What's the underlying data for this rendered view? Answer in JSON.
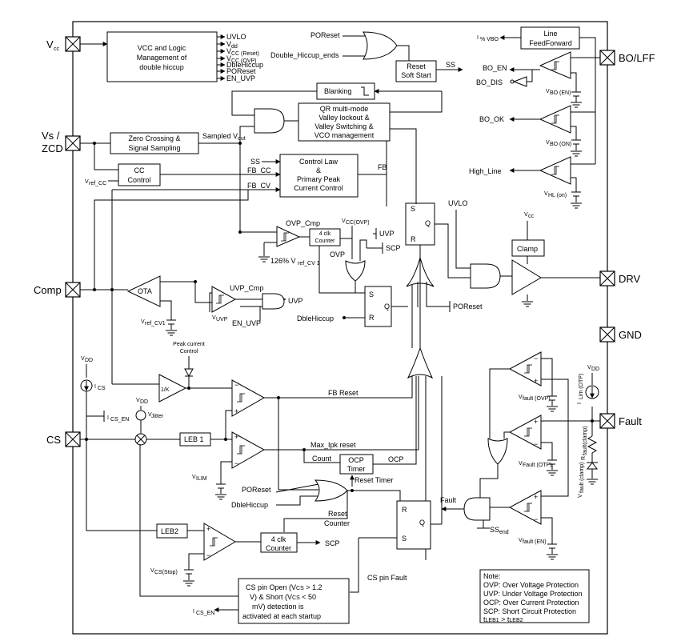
{
  "pins": {
    "vcc": "V",
    "vcc_sub": "cc",
    "vs_zcd_1": "Vs /",
    "vs_zcd_2": "ZCD",
    "comp": "Comp",
    "cs": "CS",
    "bo_lff": "BO/LFF",
    "drv": "DRV",
    "gnd": "GND",
    "fault": "Fault"
  },
  "blocks": {
    "vcc_logic": [
      "VCC and Logic",
      "Management of",
      "double hiccup"
    ],
    "zero_crossing": [
      "Zero Crossing &",
      "Signal Sampling"
    ],
    "cc_control": [
      "CC",
      "Control"
    ],
    "control_law": [
      "Control Law",
      "&",
      "Primary Peak",
      "Current Control"
    ],
    "qr": [
      "QR multi-mode",
      "Valley lockout &",
      "Valley Switching &",
      "VCO management"
    ],
    "blanking": "Blanking",
    "reset_ss": [
      "Reset",
      "Soft Start"
    ],
    "line_ff": [
      "Line",
      "FeedForward"
    ],
    "clamp": "Clamp",
    "ota": "OTA",
    "counter_top": [
      "4 clk",
      "Counter"
    ],
    "counter_bottom": [
      "4 clk",
      "Counter"
    ],
    "ocp_timer": [
      "OCP",
      "Timer"
    ],
    "leb1": "LEB 1",
    "leb2": "LEB2",
    "k_amp": "1/K",
    "cs_detect": [
      "CS pin Open (V",
      "CS",
      " > 1.2",
      "V) & Short (V",
      "CS",
      " < 50",
      "mV) detection is",
      "activated at each startup"
    ]
  },
  "signals": {
    "uvlo": "UVLO",
    "vdd": "V",
    "vdd_sub": "dd",
    "vcc_reset": "V",
    "vcc_reset_sub": "CC (Reset)",
    "vcc_ovp": "V",
    "vcc_ovp_sub": "CC (OVP)",
    "dble_hiccup": "DbleHiccup",
    "poreset": "POReset",
    "en_uvp": "EN_UVP",
    "poreset_top": "POReset",
    "double_hiccup_ends": "Double_Hiccup_ends",
    "ss": "SS",
    "i_vbo": "I",
    "i_vbo_sub": "% VBO",
    "bo_en": "BO_EN",
    "bo_dis": "BO_DIS",
    "bo_ok": "BO_OK",
    "high_line": "High_Line",
    "vbo_en": "V",
    "vbo_en_sub": "BO (EN)",
    "vbo_on": "V",
    "vbo_on_sub": "BO (ON)",
    "vhl_on": "V",
    "vhl_on_sub": "HL (on)",
    "sampled_vout": "Sampled V",
    "sampled_vout_sub": "out",
    "vref_cc": "V",
    "vref_cc_sub": "ref_CC",
    "ss_cl": "SS",
    "fb_cc": "FB_CC",
    "fb_cv": "FB_CV",
    "fb": "FB",
    "ovp_cmp": "OVP_Cmp",
    "vcc_ovp2": "V",
    "vcc_ovp2_sub": "CC(OVP)",
    "uvp": "UVP",
    "scp": "SCP",
    "ovp": "OVP",
    "pct126": "126% V",
    "pct126_sub": "ref_CV 1",
    "uvlo2": "UVLO",
    "vcc_clamp": "V",
    "vcc_clamp_sub": "cc",
    "s": "S",
    "q": "Q",
    "r": "R",
    "uvp_cmp": "UVP_Cmp",
    "uvp2": "UVP",
    "vuvp": "V",
    "vuvp_sub": "UVP",
    "en_uvp2": "EN_UVP",
    "vref_cv1": "V",
    "vref_cv1_sub": "ref_CV1",
    "poreset_mid": "POReset",
    "dble_hiccup_mid": "DbleHiccup",
    "peak_current": [
      "Peak current",
      "Control"
    ],
    "ics": "I",
    "ics_sub": "CS",
    "ics_en": "I",
    "ics_en_sub": "CS_EN",
    "vdd2": "V",
    "vdd2_sub": "DD",
    "vjitter": "V",
    "vjitter_sub": "Jitter",
    "fb_reset": "FB Reset",
    "max_ipk_reset": "Max_Ipk reset",
    "vilim": "V",
    "vilim_sub": "ILIM",
    "count": "Count",
    "ocp": "OCP",
    "reset_timer": "Reset Timer",
    "poreset_low": "POReset",
    "dble_hiccup_low": "DbleHiccup",
    "reset_counter": [
      "Reset",
      "Counter"
    ],
    "scp2": "SCP",
    "vcs_stop": "V",
    "vcs_stop_sub": "CS(Stop)",
    "cs_pin_fault": "CS pin Fault",
    "ics_en2": "I",
    "ics_en2_sub": "CS_EN",
    "fault_out": "Fault",
    "ss_end": "SS",
    "ss_end_sub": "end",
    "vdd3": "V",
    "vdd3_sub": "DD",
    "ilim_otp": "I",
    "ilim_otp_sub": "Lim (OTP)",
    "rfault": "R",
    "rfault_sub": "fault(clamp)",
    "vfault_ovp": "V",
    "vfault_ovp_sub": "fault (OVP)",
    "vfault_otp": "V",
    "vfault_otp_sub": "Fault (OTP)",
    "vfault_en": "V",
    "vfault_en_sub": "fault (EN)",
    "vfault_clamp": "V",
    "vfault_clamp_sub": "fault (clamp)"
  },
  "note": {
    "title": "Note:",
    "lines": [
      "OVP: Over Voltage Protection",
      "UVP: Under Voltage Protection",
      "OCP: Over Current Protection",
      "SCP: Short Circuit Protection"
    ],
    "leb": "t",
    "leb_sub1": "LEB1",
    "leb_mid": " > t",
    "leb_sub2": "LEB2"
  }
}
